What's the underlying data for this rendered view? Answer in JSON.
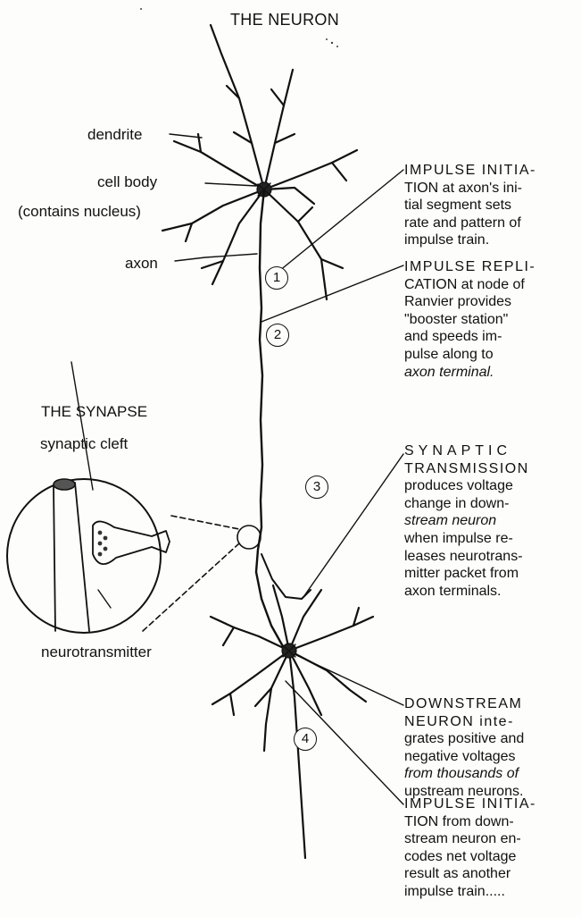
{
  "title": "THE NEURON",
  "labels": {
    "dendrite": "dendrite",
    "cell_body": "cell body",
    "contains_nucleus": "(contains nucleus)",
    "axon": "axon",
    "synapse_title": "THE SYNAPSE",
    "synaptic_cleft": "synaptic cleft",
    "neurotransmitter": "neurotransmitter"
  },
  "markers": [
    "1",
    "2",
    "3",
    "4"
  ],
  "descriptions": {
    "initiation": {
      "head": "IMPULSE INITIA-",
      "l2": "TION at axon's ini-",
      "l3": "tial segment sets",
      "l4": "rate and pattern of",
      "l5": "impulse train."
    },
    "replication": {
      "head": "IMPULSE REPLI-",
      "l2": "CATION at node of",
      "l3": "Ranvier provides",
      "l4": "\"booster station\"",
      "l5": "and speeds im-",
      "l6": "pulse along to",
      "l7": "axon terminal."
    },
    "synaptic": {
      "head": "SYNAPTIC",
      "l2": "TRANSMISSION",
      "l3": "produces voltage",
      "l4": "change in down-",
      "l5": "stream neuron",
      "l6": "when impulse re-",
      "l7": "leases neurotrans-",
      "l8": "mitter packet from",
      "l9": "axon terminals."
    },
    "downstream": {
      "head": "DOWNSTREAM",
      "l2": "NEURON inte-",
      "l3": "grates positive and",
      "l4": "negative voltages",
      "l5": "from thousands of",
      "l6": "upstream neurons."
    },
    "initiation2": {
      "head": "IMPULSE INITIA-",
      "l2": "TION from down-",
      "l3": "stream neuron en-",
      "l4": "codes net voltage",
      "l5": "result as another",
      "l6": "impulse train....."
    }
  },
  "colors": {
    "ink": "#111111",
    "paper": "#fdfdfb"
  }
}
